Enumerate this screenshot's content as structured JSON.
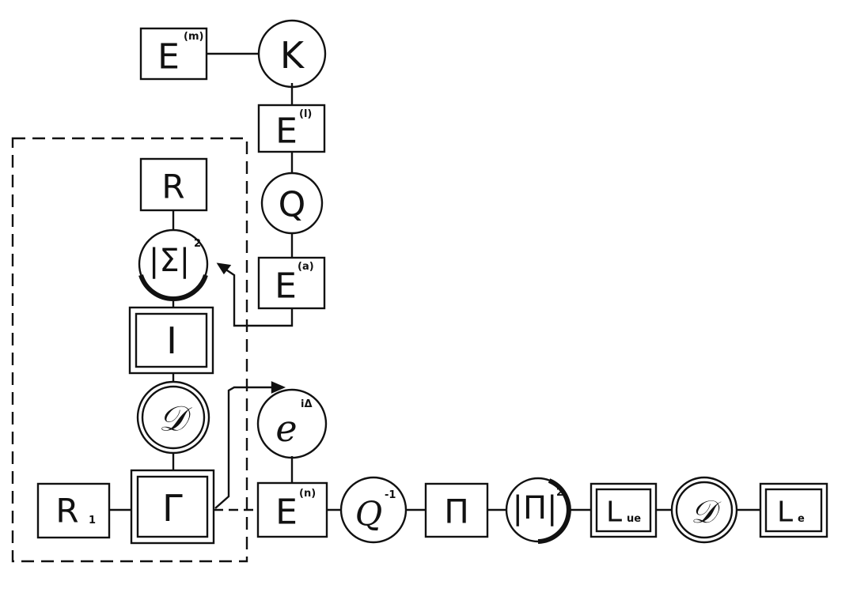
{
  "nodes": {
    "e_m": {
      "label": "E",
      "sup": "(m)"
    },
    "k": {
      "label": "K"
    },
    "e_l": {
      "label": "E",
      "sup": "(l)"
    },
    "q": {
      "label": "Q"
    },
    "e_a": {
      "label": "E",
      "sup": "(a)"
    },
    "r": {
      "label": "R"
    },
    "sigma_sq": {
      "label": "|Σ|",
      "sup": "2"
    },
    "i": {
      "label": "I"
    },
    "d1": {
      "label": "𝒟"
    },
    "gamma": {
      "label": "Γ"
    },
    "r1": {
      "label": "R",
      "sub": "1"
    },
    "e_exp": {
      "label": "e",
      "sup": "iΔ"
    },
    "e_n": {
      "label": "E",
      "sup": "(n)"
    },
    "q_inv": {
      "label": "Q",
      "sup": "-1"
    },
    "pi": {
      "label": "Π"
    },
    "pi_sq": {
      "label": "|Π|",
      "sup": "2"
    },
    "l_ue": {
      "label": "L",
      "sub": "ue"
    },
    "d2": {
      "label": "𝒟"
    },
    "l_e": {
      "label": "L",
      "sub": "e"
    }
  }
}
